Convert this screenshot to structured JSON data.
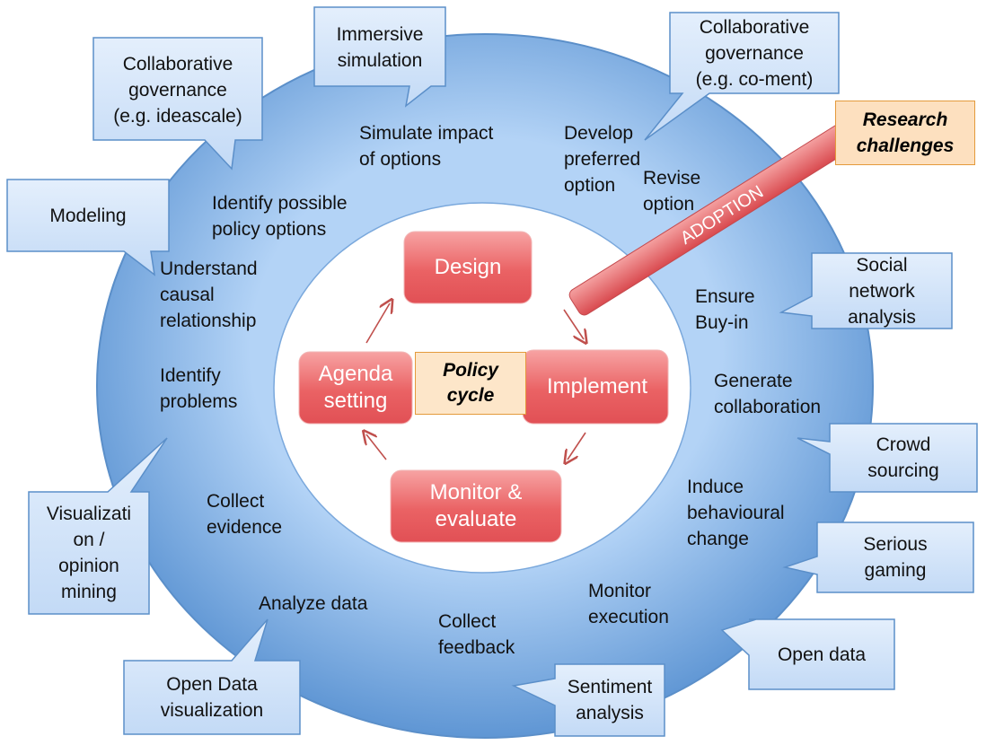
{
  "cycle": {
    "center_label": "Policy\ncycle",
    "stages": {
      "design": "Design",
      "implement": "Implement",
      "monitor": "Monitor &\nevaluate",
      "agenda": "Agenda\nsetting"
    }
  },
  "ring_labels": {
    "simulate": "Simulate impact\nof options",
    "develop": "Develop\npreferred\noption",
    "revise": "Revise\noption",
    "identify_options": "Identify possible\npolicy options",
    "understand": "Understand\ncausal\nrelationship",
    "identify_problems": "Identify\nproblems",
    "collect_evidence": "Collect\nevidence",
    "analyze": "Analyze data",
    "collect_feedback": "Collect\nfeedback",
    "monitor_exec": "Monitor\nexecution",
    "induce": "Induce\nbehavioural\nchange",
    "generate": "Generate\ncollaboration",
    "ensure": "Ensure\nBuy-in"
  },
  "callouts": {
    "collab_ideascale": "Collaborative\ngovernance\n(e.g. ideascale)",
    "immersive": "Immersive\nsimulation",
    "collab_coment": "Collaborative\ngovernance\n(e.g. co-ment)",
    "modeling": "Modeling",
    "social_network": "Social\nnetwork\nanalysis",
    "crowd": "Crowd\nsourcing",
    "serious": "Serious\ngaming",
    "open_data": "Open data",
    "sentiment": "Sentiment\nanalysis",
    "open_data_vis": "Open Data\nvisualization",
    "visualization": "Visualizati\non /\nopinion\nmining"
  },
  "research_challenges": "Research\nchallenges",
  "adoption": "ADOPTION",
  "colors": {
    "ring_outer": "#6a9fd8",
    "ring_inner": "#a9cdf4",
    "stage_fill": "#e8585c",
    "callout_fill": "#cfe2f8",
    "callout_border": "#5b8fc9",
    "arrow": "#c0504d",
    "orange_box": "#fde0bf"
  }
}
